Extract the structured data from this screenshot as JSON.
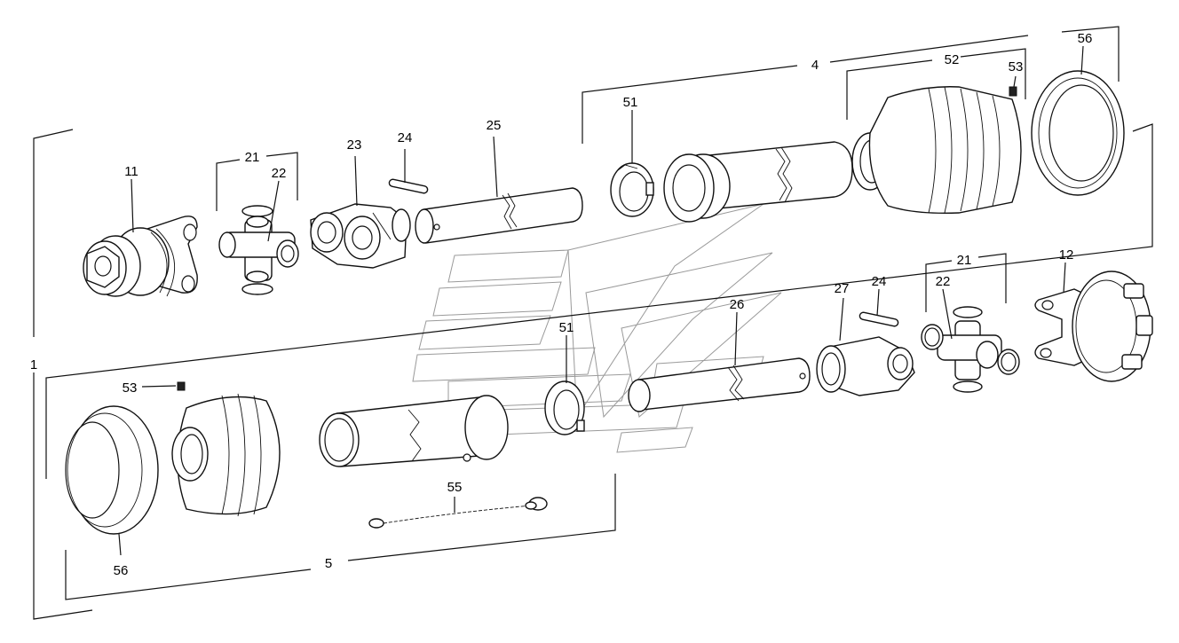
{
  "callouts": {
    "c1": "1",
    "c4": "4",
    "c5": "5",
    "c11": "11",
    "c12": "12",
    "c21a": "21",
    "c21b": "21",
    "c22a": "22",
    "c22b": "22",
    "c23": "23",
    "c24a": "24",
    "c24b": "24",
    "c25": "25",
    "c26": "26",
    "c27": "27",
    "c51a": "51",
    "c51b": "51",
    "c52": "52",
    "c53a": "53",
    "c53b": "53",
    "c55": "55",
    "c56a": "56",
    "c56b": "56"
  },
  "colors": {
    "line": "#111111",
    "watermark": "#9a9a9a",
    "background": "#ffffff"
  },
  "icons": {
    "watermark": "logo-watermark-icon"
  }
}
